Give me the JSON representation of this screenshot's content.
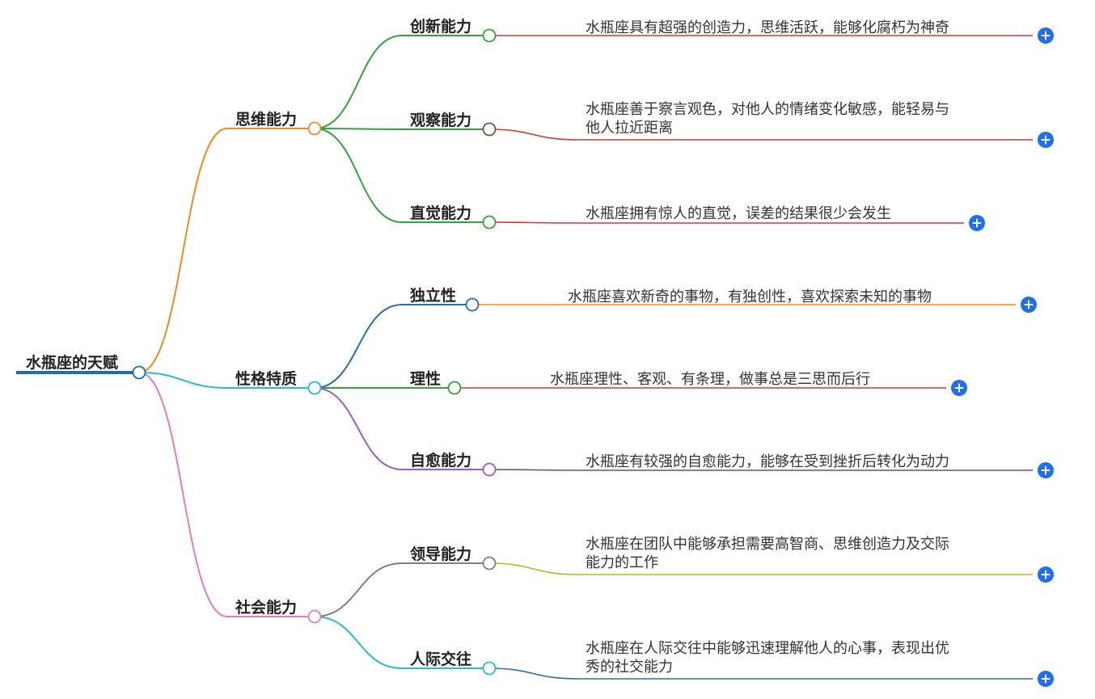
{
  "root": {
    "label": "水瓶座的天赋",
    "color": "#1d6fa8"
  },
  "branches": [
    {
      "label": "思维能力",
      "color": "#f08a24",
      "children": [
        {
          "label": "创新能力",
          "color": "#35a33a",
          "leaf_color": "#cc3b3b",
          "knob_color": "#35a33a",
          "detail": [
            "水瓶座具有超强的创造力，思维活跃，能够化腐朽为神奇"
          ]
        },
        {
          "label": "观察能力",
          "color": "#35a33a",
          "leaf_color": "#cc3b3b",
          "knob_color": "#7a5148",
          "detail": [
            "水瓶座善于察言观色，对他人的情绪变化敏感，能轻易与",
            "他人拉近距离"
          ]
        },
        {
          "label": "直觉能力",
          "color": "#35a33a",
          "leaf_color": "#cc3b3b",
          "knob_color": "#35a33a",
          "detail": [
            "水瓶座拥有惊人的直觉，误差的结果很少会发生"
          ]
        }
      ]
    },
    {
      "label": "性格特质",
      "color": "#2bbccc",
      "children": [
        {
          "label": "独立性",
          "color": "#2a6fa8",
          "leaf_color": "#f08a24",
          "knob_color": "#2a6fa8",
          "detail": [
            "水瓶座喜欢新奇的事物，有独创性，喜欢探索未知的事物"
          ]
        },
        {
          "label": "理性",
          "color": "#35a33a",
          "leaf_color": "#cc3b3b",
          "knob_color": "#35a33a",
          "detail": [
            "水瓶座理性、客观、有条理，做事总是三思而后行"
          ]
        },
        {
          "label": "自愈能力",
          "color": "#9b5fc0",
          "leaf_color": "#7a5148",
          "knob_color": "#9b5fc0",
          "detail": [
            "水瓶座有较强的自愈能力，能够在受到挫折后转化为动力"
          ]
        }
      ]
    },
    {
      "label": "社会能力",
      "color": "#e07ec0",
      "children": [
        {
          "label": "领导能力",
          "color": "#808080",
          "leaf_color": "#b8b82a",
          "knob_color": "#808080",
          "detail": [
            "水瓶座在团队中能够承担需要高智商、思维创造力及交际",
            "能力的工作"
          ]
        },
        {
          "label": "人际交往",
          "color": "#2bbccc",
          "leaf_color": "#2a6fa8",
          "knob_color": "#2bbccc",
          "detail": [
            "水瓶座在人际交往中能够迅速理解他人的心事，表现出优",
            "秀的社交能力"
          ]
        }
      ]
    }
  ],
  "icons": {
    "expand": "plus-circle-icon",
    "collapse": "circle-knob-icon"
  },
  "accent": "#1e6fe8"
}
